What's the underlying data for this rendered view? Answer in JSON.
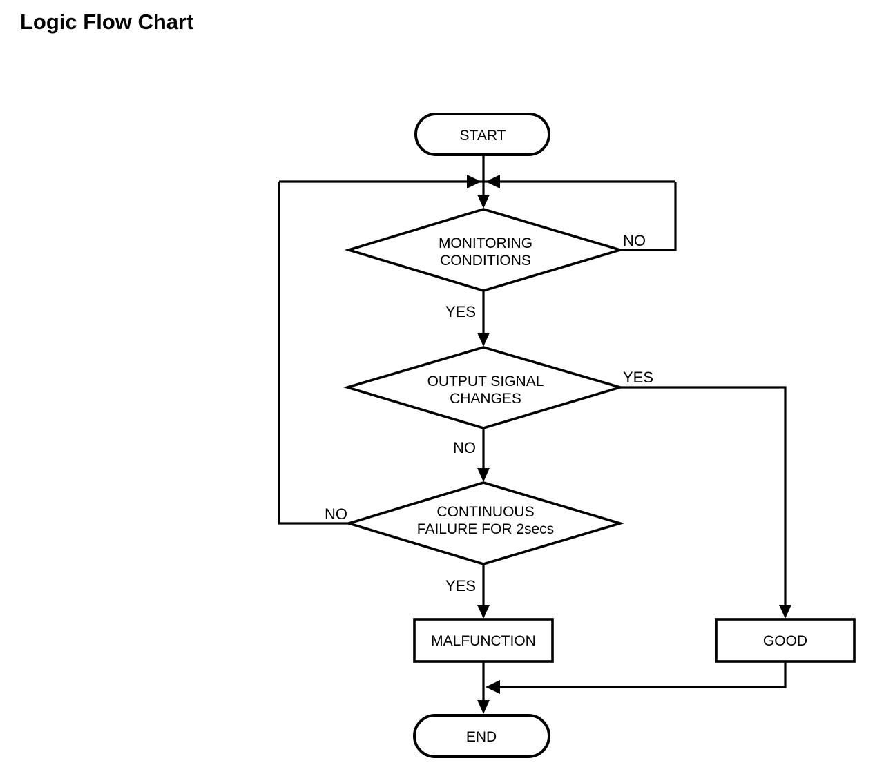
{
  "page": {
    "title": "Logic Flow Chart"
  },
  "flowchart": {
    "nodes": {
      "start": {
        "type": "terminator",
        "label": "START"
      },
      "monitoring": {
        "type": "decision",
        "line1": "MONITORING",
        "line2": "CONDITIONS"
      },
      "output_signal": {
        "type": "decision",
        "line1": "OUTPUT SIGNAL",
        "line2": "CHANGES"
      },
      "continuous_failure": {
        "type": "decision",
        "line1": "CONTINUOUS",
        "line2": "FAILURE FOR 2secs"
      },
      "malfunction": {
        "type": "process",
        "label": "MALFUNCTION"
      },
      "good": {
        "type": "process",
        "label": "GOOD"
      },
      "end": {
        "type": "terminator",
        "label": "END"
      }
    },
    "edge_labels": {
      "monitoring_no": "NO",
      "monitoring_yes": "YES",
      "output_yes": "YES",
      "output_no": "NO",
      "continuous_no": "NO",
      "continuous_yes": "YES"
    },
    "colors": {
      "stroke": "#000000",
      "background": "#ffffff"
    }
  }
}
